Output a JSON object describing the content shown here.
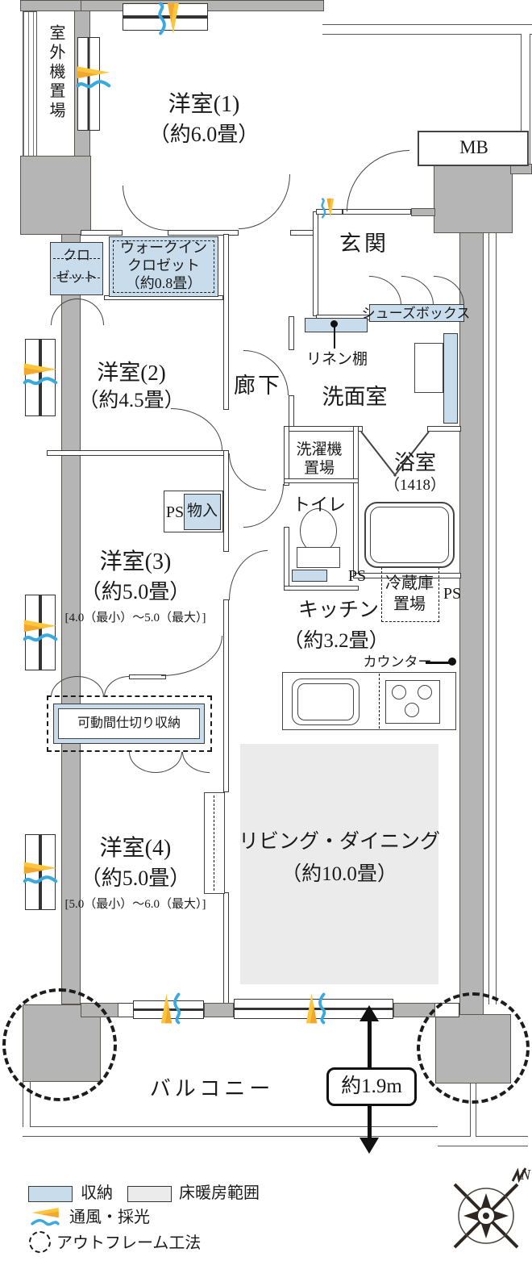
{
  "rooms": [
    {
      "name": "洋室(1)",
      "size": "（約6.0畳）"
    },
    {
      "name": "洋室(2)",
      "size": "（約4.5畳）"
    },
    {
      "name": "洋室(3)",
      "size": "（約5.0畳）",
      "range": "[4.0（最小）～5.0（最大）]"
    },
    {
      "name": "洋室(4)",
      "size": "（約5.0畳）",
      "range": "[5.0（最小）～6.0（最大）]"
    },
    {
      "name": "リビング・ダイニング",
      "size": "（約10.0畳）"
    },
    {
      "name": "キッチン",
      "size": "（約3.2畳）"
    }
  ],
  "labels": {
    "genkan": "玄関",
    "rouka": "廊下",
    "senmen": "洗面室",
    "bath": "浴室",
    "bath_size": "（1418）",
    "toilet": "トイレ",
    "balcony": "バルコニー",
    "mb": "MB",
    "outdoor_unit": "室外機置場",
    "closet1": "クロ",
    "closet2": "ゼット",
    "wic1": "ウォークイン",
    "wic2": "クロゼット",
    "wic3": "（約0.8畳）",
    "shoes": "シューズボックス",
    "linen": "リネン棚",
    "washer1": "洗濯機",
    "washer2": "置場",
    "monoire": "物入",
    "ps": "PS",
    "fridge1": "冷蔵庫",
    "fridge2": "置場",
    "counter": "カウンター",
    "partition": "可動間仕切り収納",
    "dim": "約1.9m",
    "north": "N"
  },
  "legend": {
    "storage": "収納",
    "floor_heating": "床暖房範囲",
    "airflow": "通風・採光",
    "outframe": "アウトフレーム工法"
  },
  "colors": {
    "storage": "#c8dcec",
    "floor_heating": "#ebebeb",
    "wall": "#b5b5b5",
    "airflow_wave": "#3aa9dd",
    "airflow_light": "#fcc53c"
  }
}
